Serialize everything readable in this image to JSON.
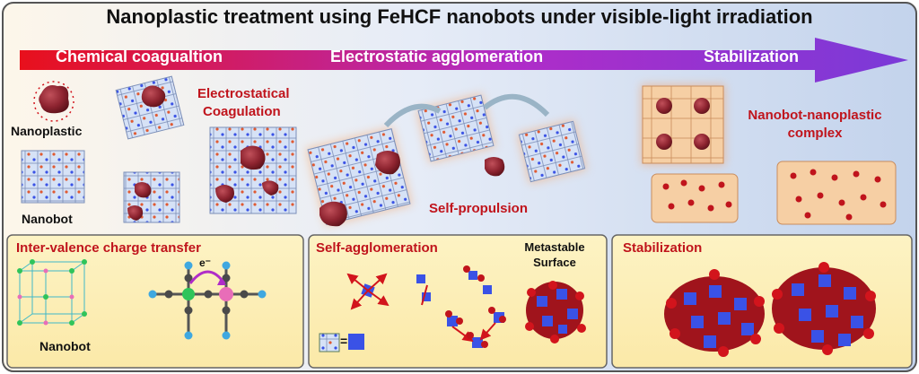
{
  "title": "Nanoplastic treatment using FeHCF nanobots under visible-light irradiation",
  "arrow": {
    "stages": [
      "Chemical coagualtion",
      "Electrostatic agglomeration",
      "Stabilization"
    ],
    "colors": [
      "#e8101c",
      "#b02cc8",
      "#7a3ad8"
    ]
  },
  "top_panel": {
    "nanoplastic_label": "Nanoplastic",
    "nanobot_label": "Nanobot",
    "coagulation_label_line1": "Electrostatical",
    "coagulation_label_line2": "Coagulation",
    "self_propulsion_label": "Self-propulsion",
    "complex_label_line1": "Nanobot-nanoplastic",
    "complex_label_line2": "complex"
  },
  "bottom_panels": [
    {
      "title": "Inter-valence charge transfer",
      "sub_label": "Nanobot",
      "electron_label": "e⁻"
    },
    {
      "title": "Self-agglomeration",
      "surface_line1": "Metastable",
      "surface_line2": "Surface",
      "equals_sign": "="
    },
    {
      "title": "Stabilization"
    }
  ],
  "colors": {
    "label_red": "#c0141c",
    "nanoplastic": "#8e2430",
    "nanobot_blue": "#3a52e6",
    "glow_orange": "#f3a56c",
    "panel_yellow": "#fdf3c4"
  }
}
